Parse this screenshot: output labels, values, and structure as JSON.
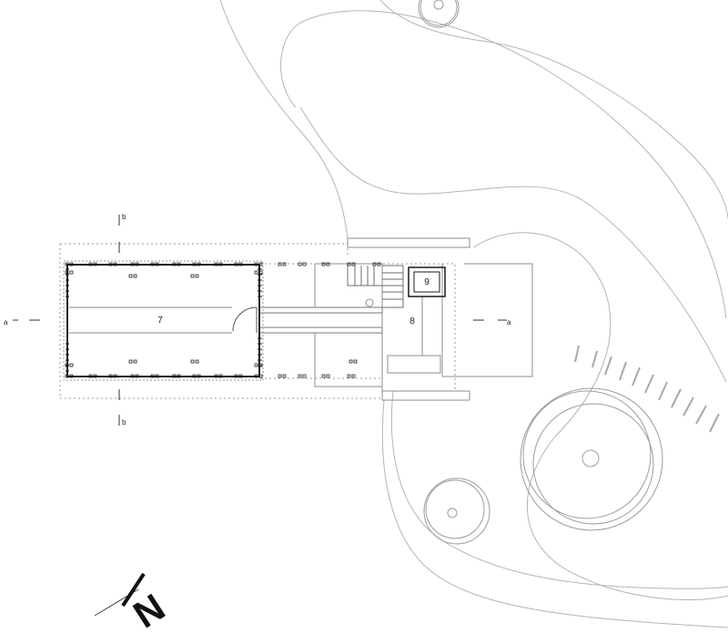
{
  "rooms": {
    "r7": "7",
    "r8": "8",
    "r9": "9"
  },
  "section_marks": {
    "a_left": "a",
    "a_right": "a",
    "b_top": "b",
    "b_bottom": "b"
  },
  "north_label": "N",
  "colors": {
    "contour": "#b4b4b4",
    "wall": "#1a1a1a",
    "thin": "#8c8c8c",
    "dotted": "#9a9a9a"
  }
}
